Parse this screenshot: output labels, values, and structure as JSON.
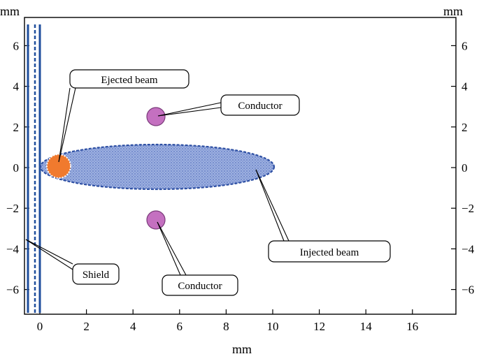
{
  "axes": {
    "x_unit": "mm",
    "y_unit_left": "mm",
    "y_unit_right": "mm",
    "x_ticks": [
      0,
      2,
      4,
      6,
      8,
      10,
      12,
      14,
      16
    ],
    "y_ticks": [
      6,
      4,
      2,
      0,
      -2,
      -4,
      -6
    ],
    "x_tick_labels": [
      "0",
      "2",
      "4",
      "6",
      "8",
      "10",
      "12",
      "14",
      "16"
    ],
    "y_tick_labels": [
      "6",
      "4",
      "2",
      "0",
      "−2",
      "−4",
      "−6"
    ],
    "xlim": [
      -0.7,
      17.6
    ],
    "ylim": [
      -7.2,
      7.2
    ]
  },
  "callouts": {
    "ejected_beam": "Ejected beam",
    "conductor_top": "Conductor",
    "conductor_bottom": "Conductor",
    "injected_beam": "Injected beam",
    "shield": "Shield"
  },
  "objects": {
    "injected_beam": {
      "center_x_mm": 5.0,
      "center_y_mm": 0.1,
      "half_length_mm": 5.1,
      "half_height_mm": 1.0
    },
    "ejected_beam": {
      "center_x_mm": 0.8,
      "center_y_mm": 0.1,
      "radius_mm": 0.55
    },
    "conductor_top": {
      "center_x_mm": 5.0,
      "center_y_mm": 2.5,
      "radius_mm": 0.4
    },
    "conductor_bottom": {
      "center_x_mm": 5.0,
      "center_y_mm": -2.5,
      "radius_mm": 0.4
    },
    "shield_x_mm": -0.3
  },
  "colors": {
    "beam_fill": "#8aa0d8",
    "beam_edge": "#2d4fa3",
    "ejected_beam": "#f07a2e",
    "conductor": "#c470c0",
    "shield": "#1f4e9c"
  }
}
